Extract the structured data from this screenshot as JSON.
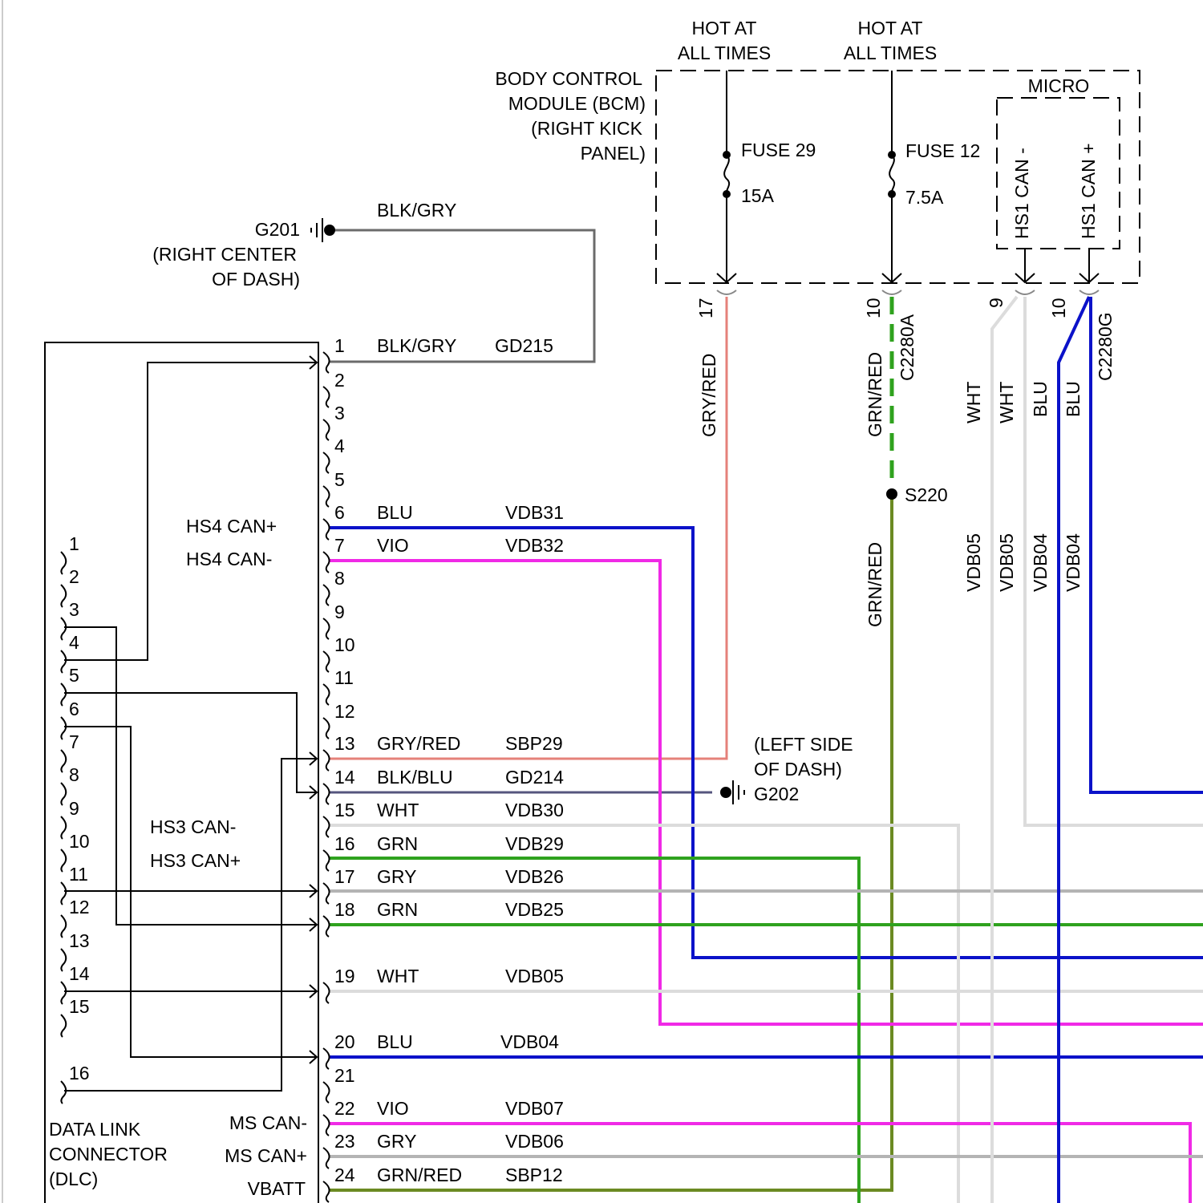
{
  "colors": {
    "blu": "#0b12c9",
    "vio": "#f02ae6",
    "grn": "#2fa21e",
    "gry": "#b4b4b4",
    "wht": "#dcdcdc",
    "gryred": "#e5817a",
    "blkgry": "#6b6b6b",
    "blkblu": "#55557e",
    "grnred": "#6b8a22",
    "line": "#000000"
  },
  "bcm": {
    "label_lines": [
      "BODY CONTROL",
      "MODULE (BCM)",
      "(RIGHT KICK",
      "PANEL)"
    ],
    "hot1_lines": [
      "HOT AT",
      "ALL TIMES"
    ],
    "hot2_lines": [
      "HOT AT",
      "ALL TIMES"
    ],
    "fuse1_name": "FUSE 29",
    "fuse1_rating": "15A",
    "fuse2_name": "FUSE 12",
    "fuse2_rating": "7.5A",
    "micro": "MICRO",
    "can_minus": "HS1 CAN -",
    "can_plus": "HS1 CAN +",
    "pin_17": "17",
    "pin_10a": "10",
    "pin_9": "9",
    "pin_10g": "10",
    "connector_a": "C2280A",
    "connector_g": "C2280G"
  },
  "grounds": {
    "g201_lines": [
      "G201",
      "(RIGHT CENTER",
      "OF DASH)"
    ],
    "g201_wire": "BLK/GRY",
    "g202_lines": [
      "(LEFT SIDE",
      "OF DASH)",
      "G202"
    ]
  },
  "splice": {
    "name": "S220"
  },
  "vertical_wires": {
    "gryred": "GRY/RED",
    "grnred_top": "GRN/RED",
    "grnred_bottom": "GRN/RED",
    "wht1": "WHT",
    "wht2": "WHT",
    "blu1": "BLU",
    "blu2": "BLU",
    "vdb05a": "VDB05",
    "vdb05b": "VDB05",
    "vdb04a": "VDB04",
    "vdb04b": "VDB04"
  },
  "connector": {
    "rows": [
      {
        "pin": "1",
        "color": "BLK/GRY",
        "circuit": "GD215"
      },
      {
        "pin": "2",
        "color": "",
        "circuit": ""
      },
      {
        "pin": "3",
        "color": "",
        "circuit": ""
      },
      {
        "pin": "4",
        "color": "",
        "circuit": ""
      },
      {
        "pin": "5",
        "color": "",
        "circuit": ""
      },
      {
        "pin": "6",
        "color": "BLU",
        "circuit": "VDB31"
      },
      {
        "pin": "7",
        "color": "VIO",
        "circuit": "VDB32"
      },
      {
        "pin": "8",
        "color": "",
        "circuit": ""
      },
      {
        "pin": "9",
        "color": "",
        "circuit": ""
      },
      {
        "pin": "10",
        "color": "",
        "circuit": ""
      },
      {
        "pin": "11",
        "color": "",
        "circuit": ""
      },
      {
        "pin": "12",
        "color": "",
        "circuit": ""
      },
      {
        "pin": "13",
        "color": "GRY/RED",
        "circuit": "SBP29"
      },
      {
        "pin": "14",
        "color": "BLK/BLU",
        "circuit": "GD214"
      },
      {
        "pin": "15",
        "color": "WHT",
        "circuit": "VDB30"
      },
      {
        "pin": "16",
        "color": "GRN",
        "circuit": "VDB29"
      },
      {
        "pin": "17",
        "color": "GRY",
        "circuit": "VDB26"
      },
      {
        "pin": "18",
        "color": "GRN",
        "circuit": "VDB25"
      },
      {
        "pin": "19",
        "color": "WHT",
        "circuit": "VDB05"
      },
      {
        "pin": "20",
        "color": "BLU",
        "circuit": "VDB04"
      },
      {
        "pin": "21",
        "color": "",
        "circuit": ""
      },
      {
        "pin": "22",
        "color": "VIO",
        "circuit": "VDB07"
      },
      {
        "pin": "23",
        "color": "GRY",
        "circuit": "VDB06"
      },
      {
        "pin": "24",
        "color": "GRN/RED",
        "circuit": "SBP12"
      }
    ]
  },
  "dlc": {
    "pins": [
      "1",
      "2",
      "3",
      "4",
      "5",
      "6",
      "7",
      "8",
      "9",
      "10",
      "11",
      "12",
      "13",
      "14",
      "15",
      "16"
    ],
    "label_lines": [
      "DATA LINK",
      "CONNECTOR",
      "(DLC)"
    ],
    "hs4_plus": "HS4 CAN+",
    "hs4_minus": "HS4 CAN-",
    "hs3_minus": "HS3 CAN-",
    "hs3_plus": "HS3 CAN+",
    "ms_minus": "MS CAN-",
    "ms_plus": "MS CAN+",
    "vbatt": "VBATT"
  }
}
